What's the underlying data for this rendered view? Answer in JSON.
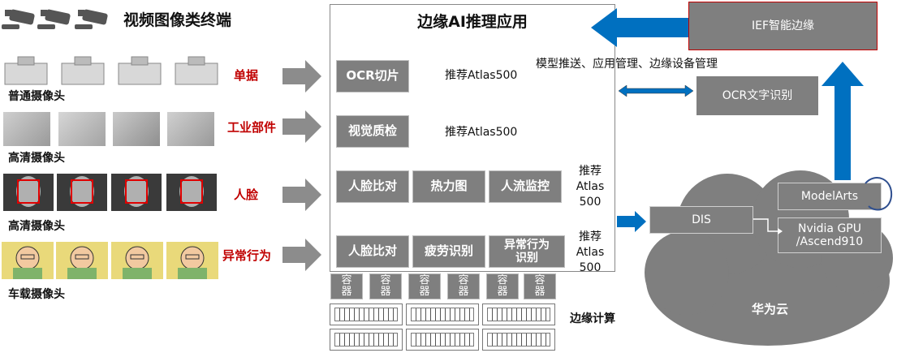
{
  "header": {
    "title": "视频图像类终端"
  },
  "rows": [
    {
      "camera": "普通摄像头",
      "label": "单据",
      "label_color": "#c00000"
    },
    {
      "camera": "高清摄像头",
      "label": "工业部件",
      "label_color": "#c00000"
    },
    {
      "camera": "高清摄像头",
      "label": "人脸",
      "label_color": "#c00000"
    },
    {
      "camera": "车载摄像头",
      "label": "异常行为",
      "label_color": "#c00000"
    }
  ],
  "edge_app": {
    "title": "边缘AI推理应用",
    "row1": {
      "modules": [
        "OCR切片"
      ],
      "recommend": "推荐Atlas500"
    },
    "row2": {
      "modules": [
        "视觉质检"
      ],
      "recommend": "推荐Atlas500"
    },
    "row3": {
      "modules": [
        "人脸比对",
        "热力图",
        "人流监控"
      ],
      "recommend": "推荐\nAtlas\n500"
    },
    "row4": {
      "modules": [
        "人脸比对",
        "疲劳识别",
        "异常行为\n识别"
      ],
      "recommend": "推荐\nAtlas\n500"
    }
  },
  "containers": [
    "容\n器",
    "容\n器",
    "容\n器",
    "容\n器",
    "容\n器",
    "容\n器"
  ],
  "edge_computing_label": "边缘计算",
  "ief": {
    "label": "IEF智能边缘",
    "border_color": "#c00000"
  },
  "push_label": "模型推送、应用管理、边缘设备管理",
  "ocr_service": {
    "label": "OCR文字识别"
  },
  "cloud": {
    "label": "华为云",
    "modelarts": "ModelArts",
    "dis": "DIS",
    "gpu": "Nvidia GPU\n/Ascend910"
  },
  "colors": {
    "arrow_gray": "#8c8c8c",
    "arrow_blue": "#0070c0",
    "box_gray": "#7f7f7f",
    "cloud_gray": "#7f7f7f"
  }
}
